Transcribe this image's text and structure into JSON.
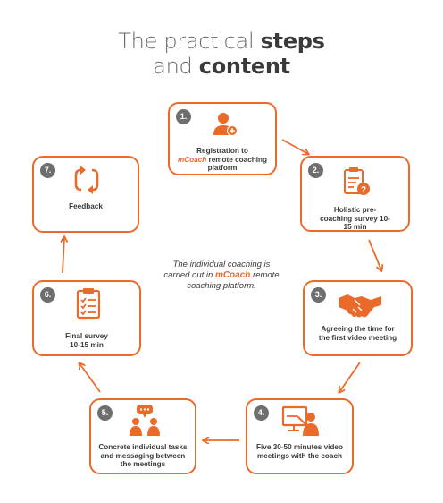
{
  "title": {
    "plain": "The practical",
    "bold1": "steps",
    "plain2": "and",
    "bold2": "content"
  },
  "center_note": {
    "before": "The individual coaching is carried out in",
    "brand": "mCoach",
    "after": "remote coaching platform."
  },
  "steps": [
    {
      "number": "1.",
      "label_top": "Registration to",
      "brand": "mCoach",
      "label_rest": "remote coaching platform",
      "icon": "user-add-icon"
    },
    {
      "number": "2.",
      "label": "Holistic pre-coaching survey 10-15 min",
      "icon": "clipboard-question-icon"
    },
    {
      "number": "3.",
      "label": "Agreeing the time for the first video meeting",
      "icon": "handshake-icon"
    },
    {
      "number": "4.",
      "label": "Five 30-50 minutes video meetings with the coach",
      "icon": "video-presentation-icon"
    },
    {
      "number": "5.",
      "label": "Concrete individual tasks and messaging between the meetings",
      "icon": "chat-people-icon"
    },
    {
      "number": "6.",
      "label": "Final survey 10-15 min",
      "icon": "checklist-icon"
    },
    {
      "number": "7.",
      "label": "Feedback",
      "icon": "cycle-arrows-icon"
    }
  ],
  "colors": {
    "accent": "#ea6a2a",
    "badge": "#6e6e6e",
    "text": "#3a3a3a"
  }
}
